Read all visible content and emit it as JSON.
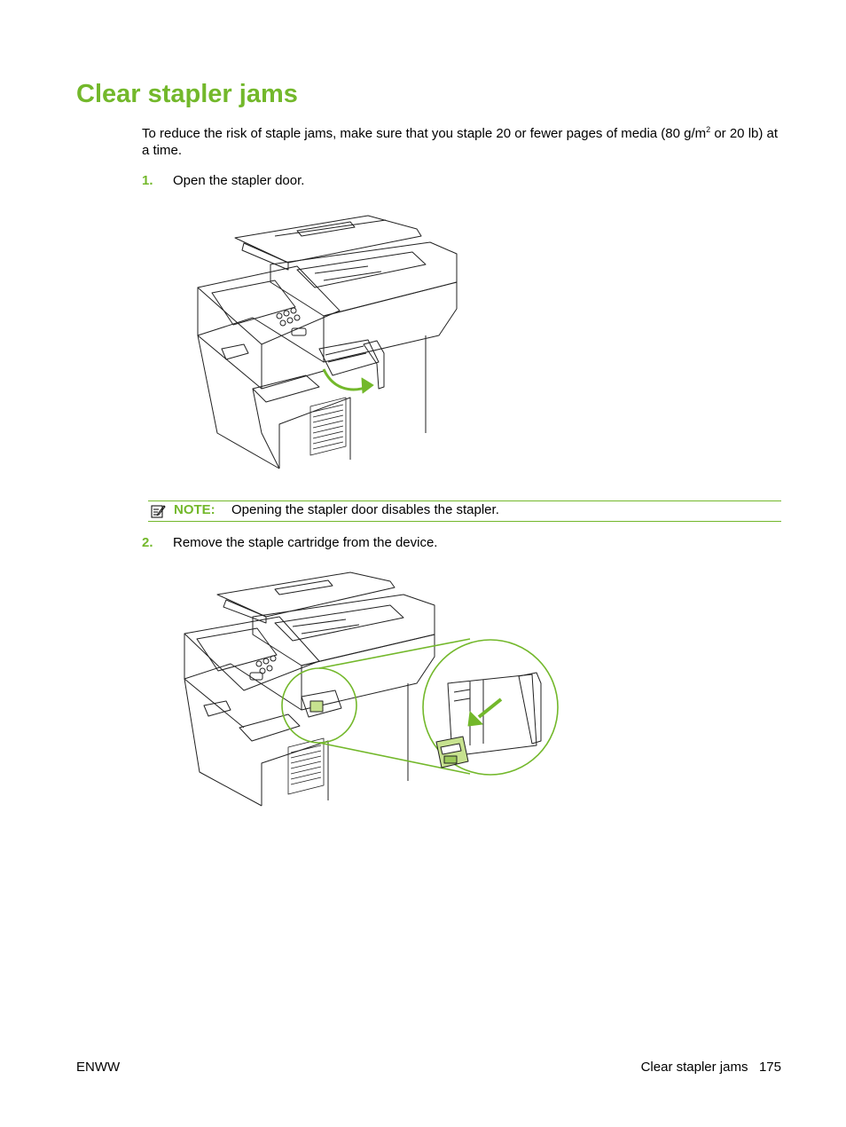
{
  "page": {
    "title": "Clear stapler jams",
    "intro_main": "To reduce the risk of staple jams, make sure that you staple 20 or fewer pages of media (80 g/m",
    "intro_sup": "2",
    "intro_end": " or 20 lb) at a time."
  },
  "steps": [
    {
      "number": "1.",
      "text": "Open the stapler door."
    },
    {
      "number": "2.",
      "text": "Remove the staple cartridge from the device."
    }
  ],
  "note": {
    "icon": "note-pencil-icon",
    "label": "NOTE:",
    "text": "Opening the stapler door disables the stapler."
  },
  "footer": {
    "left": "ENWW",
    "right": "Clear stapler jams   175"
  },
  "colors": {
    "accent": "#73b82b",
    "line_art": "#222222"
  }
}
